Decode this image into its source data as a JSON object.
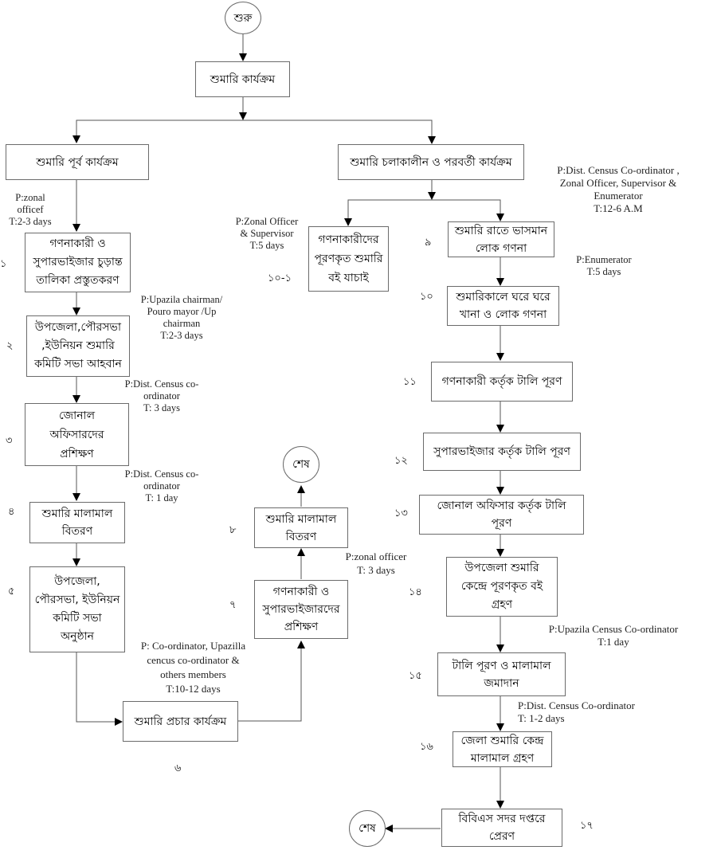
{
  "diagram": {
    "start": "শুরু",
    "root": "শুমারি কার্যক্রম",
    "branches": {
      "pre": "শুমারি পূর্ব কার্যক্রম",
      "during": "শুমারি চলাকালীন  ও পরবর্তী কার্যক্রম"
    },
    "end_label": "শেষ",
    "steps": {
      "s1": {
        "num": "১",
        "text": "গণনাকারী ও\nসুপারভাইজার চুড়ান্ত\nতালিকা প্রস্তুতকরণ"
      },
      "s2": {
        "num": "২",
        "text": "উপজেলা,পৌরসভা\n,ইউনিয়ন শুমারি\nকমিটি সভা আহবান"
      },
      "s3": {
        "num": "৩",
        "text": "জোনাল\nঅফিসারদের\nপ্রশিক্ষণ"
      },
      "s4": {
        "num": "৪",
        "text": "শুমারি মালামাল\nবিতরণ"
      },
      "s5": {
        "num": "৫",
        "text": "উপজেলা,\nপৌরসভা, ইউনিয়ন\nকমিটি সভা\nঅনুষ্ঠান"
      },
      "s6": {
        "num": "৬",
        "text": "শুমারি প্রচার কার্যক্রম"
      },
      "s7": {
        "num": "৭",
        "text": "গণনাকারী ও\nসুপারভাইজারদের\nপ্রশিক্ষণ"
      },
      "s8": {
        "num": "৮",
        "text": "শুমারি মালামাল\nবিতরণ"
      },
      "s9": {
        "num": "৯",
        "text": "শুমারি রাতে ভাসমান\nলোক গণনা"
      },
      "s10": {
        "num": "১০",
        "text": "শুমারিকালে ঘরে ঘরে\nখানা ও লোক গণনা"
      },
      "s10_1": {
        "num": "১০-১",
        "text": "গণনাকারীদের\nপূরণকৃত শুমারি\nবই যাচাই"
      },
      "s11": {
        "num": "১১",
        "text": "গণনাকারী কর্তৃক টালি পূরণ"
      },
      "s12": {
        "num": "১২",
        "text": "সুপারভাইজার কর্তৃক টালি পূরণ"
      },
      "s13": {
        "num": "১৩",
        "text": "জোনাল অফিসার কর্তৃক টালি\nপূরণ"
      },
      "s14": {
        "num": "১৪",
        "text": "উপজেলা শুমারি\nকেন্দ্রে পূরণকৃত বই\nগ্রহণ"
      },
      "s15": {
        "num": "১৫",
        "text": "টালি পূরণ ও মালামাল\nজমাদান"
      },
      "s16": {
        "num": "১৬",
        "text": "জেলা শুমারি কেন্দ্র\nমালামাল গ্রহণ"
      },
      "s17": {
        "num": "১৭",
        "text": "বিবিএস সদর দপ্তরে\nপ্রেরণ"
      }
    },
    "notes": {
      "n_zonal": "P:zonal\nofficef\nT:2-3 days",
      "n_upazila": "P:Upazila chairman/\nPouro mayor /Up\nchairman\nT:2-3 days",
      "n_dist3": "P:Dist. Census  co-\nordinator\nT: 3 days",
      "n_dist1": "P:Dist. Census  co-\nordinator\nT: 1 day",
      "n_coord": "P: Co-ordinator, Upazilla\ncencus co-ordinator &\nothers members\nT:10-12 days",
      "n_zonal3": "P:zonal officer\nT: 3 days",
      "n_zsup": "P:Zonal Officer\n& Supervisor\nT:5 days",
      "n_night": "P:Dist. Census Co-ordinator ,\nZonal Officer, Supervisor &\nEnumerator\nT:12-6 A.M",
      "n_enum": "P:Enumerator\nT:5 days",
      "n_upc": "P:Upazila Census Co-ordinator\nT:1 day",
      "n_distc": "P:Dist.  Census Co-ordinator\nT: 1-2 days"
    }
  }
}
